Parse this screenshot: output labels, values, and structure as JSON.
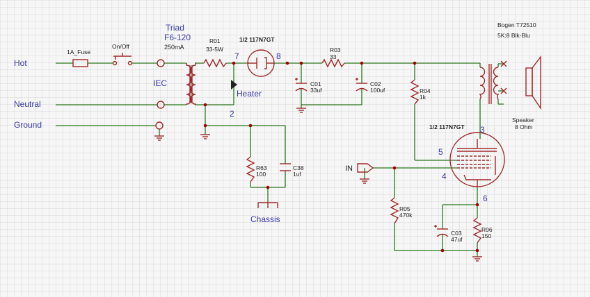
{
  "nets": {
    "hot": "Hot",
    "neutral": "Neutral",
    "ground": "Ground",
    "chassis": "Chassis",
    "iec": "IEC",
    "heater": "Heater",
    "input": "IN"
  },
  "components": {
    "fuse": {
      "ref": "1A_Fuse"
    },
    "switch": {
      "ref": "On/Off"
    },
    "power_transformer": {
      "line1": "Triad",
      "line2": "F6-120",
      "line3": "250mA"
    },
    "r01": {
      "ref": "R01",
      "value": "33-5W"
    },
    "rectifier_tube": {
      "ref": "1/2 117N7GT"
    },
    "r03": {
      "ref": "R03",
      "value": "33"
    },
    "c01": {
      "ref": "C01",
      "value": "33uf"
    },
    "c02": {
      "ref": "C02",
      "value": "100uf"
    },
    "r04": {
      "ref": "R04",
      "value": "1k"
    },
    "output_transformer": {
      "line1": "Bogen T72510",
      "line2": "5K:8 Blk-Blu"
    },
    "speaker": {
      "line1": "Speaker",
      "line2": "8 Ohm"
    },
    "amp_tube": {
      "ref": "1/2 117N7GT"
    },
    "r63": {
      "ref": "R63",
      "value": "100"
    },
    "c38": {
      "ref": "C38",
      "value": "1uf"
    },
    "r05": {
      "ref": "R05",
      "value": "470k"
    },
    "c03": {
      "ref": "C03",
      "value": "47uf"
    },
    "r06": {
      "ref": "R06",
      "value": "150"
    }
  },
  "pins": {
    "rect_cathode": "7",
    "rect_anode": "8",
    "heater_node": "2",
    "plate": "3",
    "screen": "5",
    "grid": "4",
    "cathode": "6"
  },
  "colors": {
    "wire": "#2c7a1f",
    "component": "#a02828",
    "junction": "#a00000",
    "net_label": "#3a3aa8",
    "text": "#222222"
  }
}
